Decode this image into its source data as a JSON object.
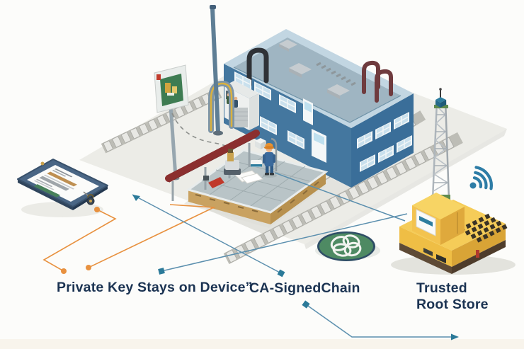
{
  "labels": {
    "private_key": "Private Key Stays on Device”",
    "ca_signed_chain": "CA-SignedChain",
    "trusted_root_line1": "Trusted",
    "trusted_root_line2": "Root Store"
  },
  "colors": {
    "label_text": "#1B3352",
    "orange_line": "#E8913F",
    "blue_line": "#5B8FAE",
    "marker_teal": "#2B7A99",
    "building_blue": "#44779F",
    "building_roof": "#9FB5C2",
    "machine_yellow": "#F2C14D",
    "seal_green": "#4E8A63",
    "canopy_red": "#8B2F2F",
    "tablet_frame": "#4A6685",
    "background": "#FCFCFA"
  },
  "icons": {
    "wifi": "wifi-signal-icon",
    "seal": "certificate-seal-icon",
    "lock": "padlock-icon"
  },
  "scene": {
    "objects": [
      "tablet-device",
      "factory-building",
      "workshop-canopy-platform",
      "signboard",
      "lamp-post",
      "railroad-tracks",
      "certificate-seal",
      "mobile-tower-machine",
      "wifi-signal",
      "worker-figure"
    ]
  }
}
